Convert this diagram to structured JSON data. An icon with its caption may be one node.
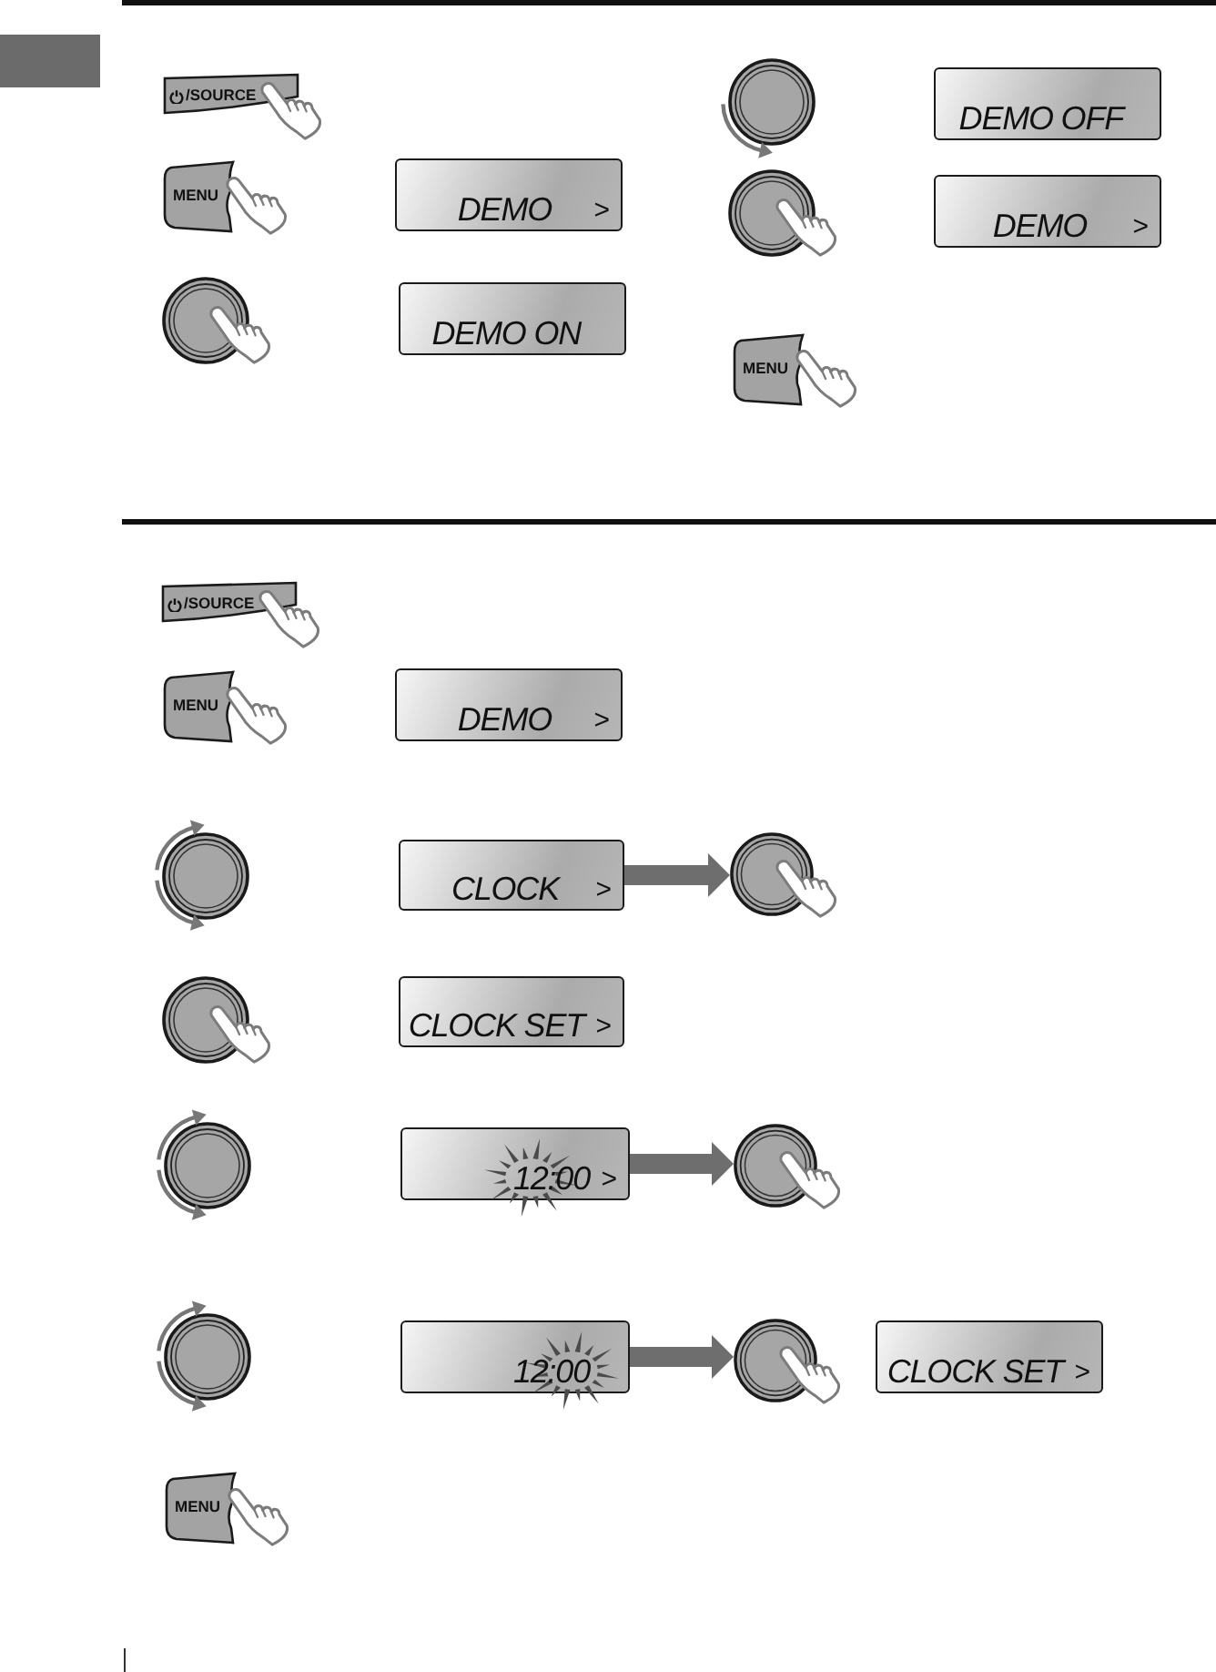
{
  "diagram": {
    "nodes": [
      {
        "text": [
          "/SOURCE"
        ]
      },
      {
        "text": [
          "MENU"
        ]
      },
      {
        "text": [
          "DEMO",
          ">"
        ]
      },
      {
        "text": [],
        "shape": "circle"
      },
      {
        "text": [
          "DEMO ON"
        ]
      },
      {
        "text": [],
        "shape": "circle"
      },
      {
        "text": [
          "DEMO OFF"
        ]
      },
      {
        "text": [],
        "shape": "circle"
      },
      {
        "text": [
          "DEMO",
          ">"
        ]
      },
      {
        "text": [
          "MENU"
        ]
      },
      {
        "text": [
          "/SOURCE"
        ]
      },
      {
        "text": [
          "MENU"
        ]
      },
      {
        "text": [
          "DEMO",
          ">"
        ]
      },
      {
        "text": [],
        "shape": "circle"
      },
      {
        "text": [
          "CLOCK",
          ">"
        ]
      },
      {
        "text": [],
        "shape": "circle"
      },
      {
        "text": [],
        "shape": "circle"
      },
      {
        "text": [
          "CLOCK SET",
          ">"
        ]
      },
      {
        "text": [],
        "shape": "circle"
      },
      {
        "text": [
          "12:00",
          ">"
        ]
      },
      {
        "text": [],
        "shape": "circle"
      },
      {
        "text": [],
        "shape": "circle"
      },
      {
        "text": [
          "12:00"
        ]
      },
      {
        "text": [],
        "shape": "circle"
      },
      {
        "text": [
          "CLOCK SET",
          ">"
        ]
      },
      {
        "text": [
          "MENU"
        ]
      }
    ],
    "edges": [
      {
        "from": 14,
        "to": 15,
        "arrow": "to"
      },
      {
        "from": 19,
        "to": 20,
        "arrow": "to"
      },
      {
        "from": 22,
        "to": 23,
        "arrow": "to"
      }
    ]
  }
}
